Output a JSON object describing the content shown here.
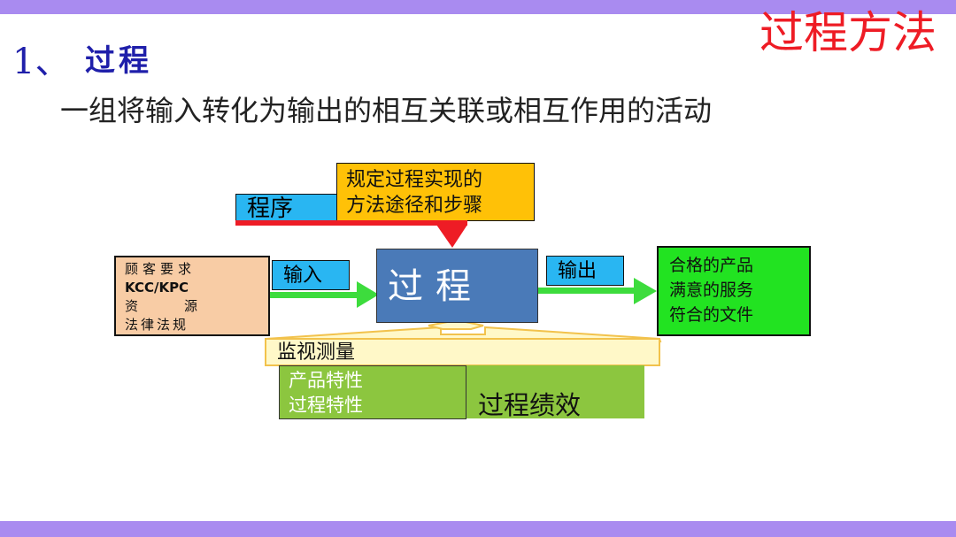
{
  "slide": {
    "corner_title": "过程方法",
    "heading_number": "1、",
    "heading_text": "过程",
    "definition": "一组将输入转化为输出的相互关联或相互作用的活动"
  },
  "diagram": {
    "procedure_label": "程序",
    "procedure_desc": [
      "规定过程实现的",
      "方法途径和步骤"
    ],
    "inputs": [
      "顾客要求",
      "KCC/KPC",
      "资源",
      "法律法规"
    ],
    "input_label": "输入",
    "process_label": "过程",
    "output_label": "输出",
    "outputs": [
      "合格的产品",
      "满意的服务",
      "符合的文件"
    ],
    "monitor_label": "监视测量",
    "characteristics": [
      "产品特性",
      "过程特性"
    ],
    "performance_label": "过程绩效"
  },
  "colors": {
    "band": "#a98bf0",
    "title_red": "#ee1c25",
    "heading_blue": "#1f1faa",
    "cyan": "#29b6f2",
    "yellow": "#ffc107",
    "process_blue": "#4a7ab8",
    "output_green": "#22e321",
    "olive_green": "#8cc63f",
    "input_peach": "#f8cca5"
  }
}
